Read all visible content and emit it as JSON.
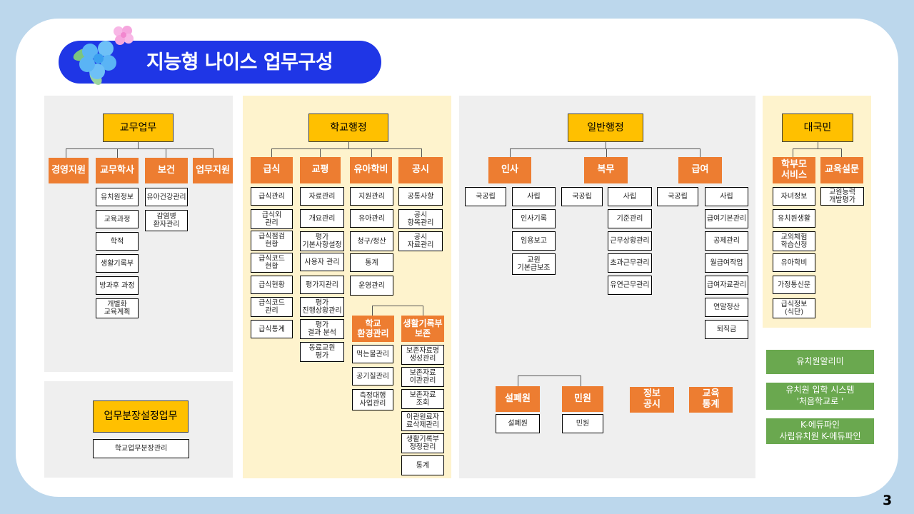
{
  "title": "지능형 나이스 업무구성",
  "page_number": "3",
  "colors": {
    "orange": "#ed7d31",
    "yellow": "#ffc000",
    "green": "#6aa84f",
    "blue": "#1f36e6"
  },
  "gyomu": {
    "header": "교무업무",
    "cats": [
      "경영지원",
      "교무학사",
      "보건",
      "업무지원"
    ],
    "haksa_items": [
      "유치원정보",
      "교육과정",
      "학적",
      "생활기록부",
      "방과후 과정",
      "개별화\n교육계획"
    ],
    "bogeon_items": [
      "유아건강관리",
      "감염병\n환자관리"
    ]
  },
  "bunjang": {
    "header": "업무분장설정업무",
    "item": "학교업무분장관리"
  },
  "hakgyo": {
    "header": "학교행정",
    "cats": [
      "급식",
      "교평",
      "유아학비",
      "공시"
    ],
    "geupsik_items": [
      "급식관리",
      "급식외\n관리",
      "급식점검\n현황",
      "급식코드\n현황",
      "급식현황",
      "급식코드\n관리",
      "급식통계"
    ],
    "gyopyeong_items": [
      "자료관리",
      "개요관리",
      "평가\n기본사항설정",
      "사용자 관리",
      "평가지관리",
      "평가\n진행상황관리",
      "평가\n결과 분석",
      "동료교원\n평가"
    ],
    "yuahakbi_items": [
      "지원관리",
      "유아관리",
      "청구/정산",
      "통계",
      "운영관리"
    ],
    "gongsi_items": [
      "공통사항",
      "공시\n항목관리",
      "공시\n자료관리"
    ],
    "env_header": "학교\n환경관리",
    "env_items": [
      "먹는물관리",
      "공기질관리",
      "측정대행\n사업관리"
    ],
    "bojon_header": "생활기록부\n보존",
    "bojon_items": [
      "보존자료명\n생성관리",
      "보존자료\n이관관리",
      "보존자료\n조회",
      "이관원료자\n료삭제관리",
      "생활기록부\n정정관리",
      "통계"
    ]
  },
  "ilban": {
    "header": "일반행정",
    "cats": [
      "인사",
      "복무",
      "급여"
    ],
    "sub_gonglip": "국공립",
    "sub_sarip": "사립",
    "insa_items": [
      "인사기록",
      "임용보고",
      "교원\n기본급보조"
    ],
    "bokmu_items": [
      "기준관리",
      "근무상황관리",
      "초과근무관리",
      "유연근무관리"
    ],
    "geupyeo_items": [
      "급여기본관리",
      "공제관리",
      "월급여작업",
      "급여자료관리",
      "연말정산",
      "퇴직금"
    ],
    "lower": [
      {
        "label": "설폐원",
        "item": "설폐원"
      },
      {
        "label": "민원",
        "item": "민원"
      },
      {
        "label": "정보\n공시"
      },
      {
        "label": "교육\n통계"
      }
    ]
  },
  "public": {
    "header": "대국민",
    "cats": [
      "학부모\n서비스",
      "교육설문"
    ],
    "parent_items": [
      "자녀정보",
      "유치원생활",
      "교외체험\n학습신청",
      "유아학비",
      "가정통신문",
      "급식정보\n(식단)"
    ],
    "survey_items": [
      "교원능력\n개발평가"
    ]
  },
  "extra": [
    "유치원알리미",
    "유치원 입학 시스템\n'처음학교로 '",
    "K-에듀파인\n사립유치원 K-에듀파인"
  ]
}
